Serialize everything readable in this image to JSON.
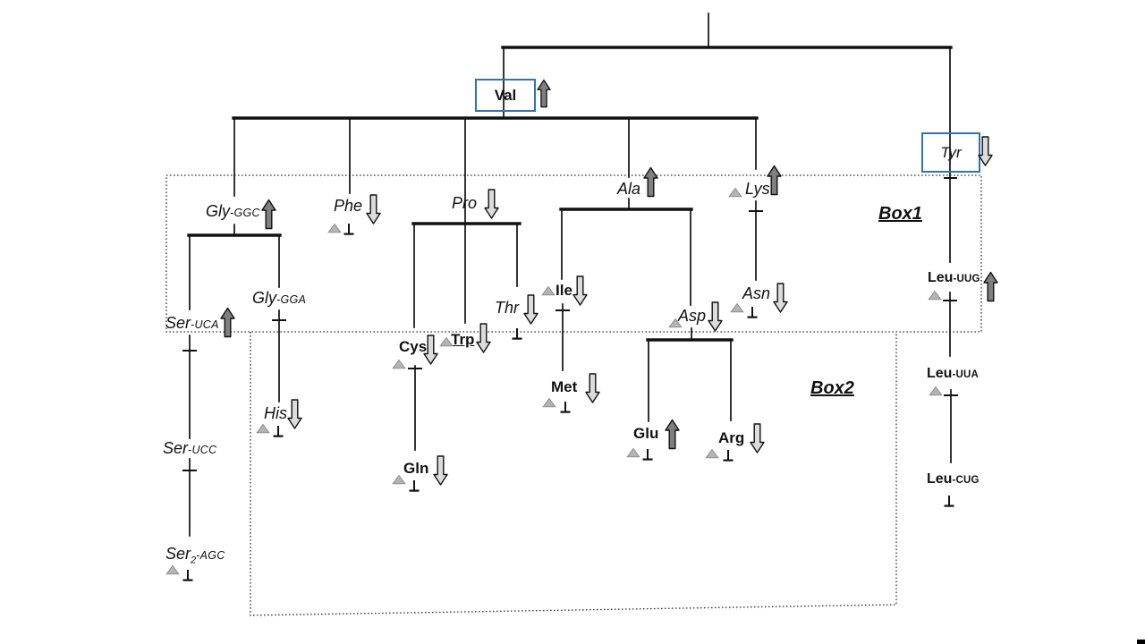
{
  "figure_title": "tRNA gene tree with Box1 and Box2 regions",
  "boxes": {
    "box1": {
      "label": "Box1"
    },
    "box2": {
      "label": "Box2"
    }
  },
  "roots": {
    "val": {
      "label": "Val",
      "trend": "up",
      "boxed": true
    },
    "tyr": {
      "label": "Tyr",
      "trend": "down",
      "boxed": true
    }
  },
  "nodes": {
    "gly_ggc": {
      "label": "Gly",
      "code": "-GGC",
      "trend": "up"
    },
    "gly_gga": {
      "label": "Gly",
      "code": "-GGA"
    },
    "ser_uca": {
      "label": "Ser",
      "code": "-UCA",
      "trend": "up"
    },
    "ser_ucc": {
      "label": "Ser",
      "code": "-UCC"
    },
    "ser2_agc": {
      "label": "Ser",
      "sub": "2",
      "code": "-AGC",
      "marker": true,
      "terminal": true
    },
    "his": {
      "label": "His",
      "trend": "down",
      "marker": true,
      "terminal": true
    },
    "phe": {
      "label": "Phe",
      "trend": "down",
      "marker": true,
      "terminal": true
    },
    "pro": {
      "label": "Pro",
      "trend": "down"
    },
    "cys": {
      "label": "Cys",
      "trend": "down",
      "marker": true
    },
    "trp": {
      "label": "Trp",
      "trend": "down",
      "marker": true
    },
    "gln": {
      "label": "Gln",
      "trend": "down",
      "marker": true,
      "terminal": true
    },
    "thr": {
      "label": "Thr",
      "trend": "down",
      "terminal": true
    },
    "ile": {
      "label": "Ile",
      "trend": "down",
      "marker": true
    },
    "met": {
      "label": "Met",
      "trend": "down",
      "marker": true,
      "terminal": true
    },
    "ala": {
      "label": "Ala",
      "trend": "up"
    },
    "asp": {
      "label": "Asp",
      "trend": "down",
      "marker": true
    },
    "glu": {
      "label": "Glu",
      "trend": "up",
      "marker": true,
      "terminal": true
    },
    "arg": {
      "label": "Arg",
      "trend": "down",
      "marker": true,
      "terminal": true
    },
    "lys": {
      "label": "Lys",
      "trend": "up",
      "marker": true
    },
    "asn": {
      "label": "Asn",
      "trend": "down",
      "marker": true,
      "terminal": true
    },
    "leu_uug": {
      "label": "Leu",
      "code": "-UUG",
      "trend": "up",
      "marker": true
    },
    "leu_uua": {
      "label": "Leu",
      "code": "-UUA",
      "marker": true
    },
    "leu_cug": {
      "label": "Leu",
      "code": "-CUG",
      "terminal": true
    }
  },
  "colors": {
    "box_border_blue": "#2e74b5",
    "arrow_up_fill": "#7f7f7f",
    "arrow_down_fill": "#dcdcdc",
    "triangle_fill": "#b4b4b4",
    "line": "#111111",
    "dotted_box": "#333333",
    "background": "#ffffff"
  }
}
